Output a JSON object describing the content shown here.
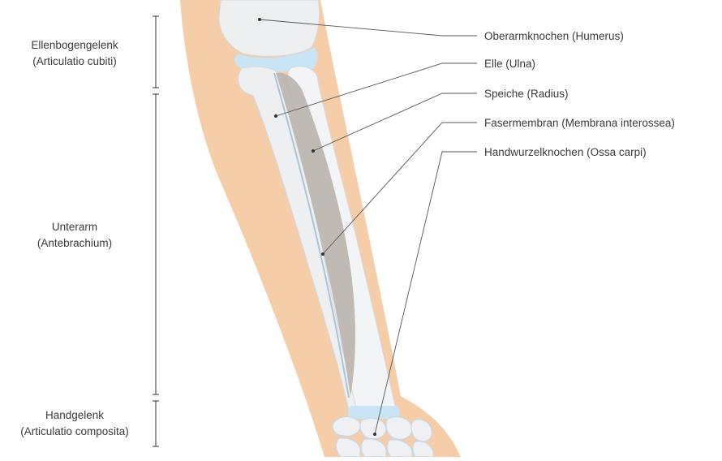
{
  "regions": [
    {
      "line1": "Ellenbogengelenk",
      "line2": "(Articulatio cubiti)"
    },
    {
      "line1": "Unterarm",
      "line2": "(Antebrachium)"
    },
    {
      "line1": "Handgelenk",
      "line2": "(Articulatio composita)"
    }
  ],
  "labels": [
    "Oberarmknochen (Humerus)",
    "Elle (Ulna)",
    "Speiche (Radius)",
    "Fasermembran (Membrana interossea)",
    "Handwurzelknochen (Ossa carpi)"
  ],
  "colors": {
    "skin": "#f6cda9",
    "bone": "#eeeff1",
    "bone_outline": "#d6d9de",
    "cartilage": "#c9e4f4",
    "membrane": "#b9b4ad",
    "leader": "#555555"
  }
}
